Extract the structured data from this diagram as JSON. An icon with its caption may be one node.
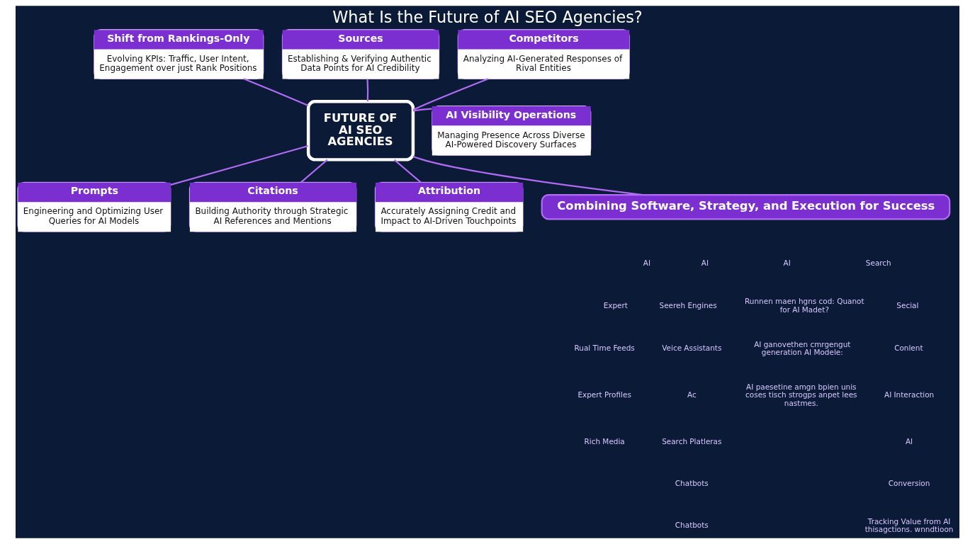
{
  "diagram": {
    "title": "What Is the Future of AI SEO Agencies?",
    "nodes": [
      {
        "text": [
          "Shift from Rankings-Only",
          "Evolving KPIs: Traffic, User Intent, Engagement over just Rank Positions"
        ]
      },
      {
        "text": [
          "Sources",
          "Establishing & Verifying Authentic Data Points for AI Credibility"
        ]
      },
      {
        "text": [
          "Competitors",
          "Analyzing AI-Generated Responses of Rival Entities"
        ]
      },
      {
        "text": [
          "AI Visibility Operations",
          "Managing Presence Across Diverse AI-Powered Discovery Surfaces"
        ]
      },
      {
        "text": [
          "FUTURE OF AI SEO AGENCIES"
        ]
      },
      {
        "text": [
          "Prompts",
          "Engineering and Optimizing User Queries for AI Models"
        ]
      },
      {
        "text": [
          "Citations",
          "Building Authority through Strategic AI References and Mentions"
        ]
      },
      {
        "text": [
          "Attribution",
          "Accurately Assigning Credit and Impact to AI-Driven Touchpoints"
        ]
      },
      {
        "text": [
          "Combining Software, Strategy, and Execution for Success"
        ]
      }
    ],
    "edges": [
      {
        "from": 4,
        "to": 0,
        "arrow": "none"
      },
      {
        "from": 4,
        "to": 1,
        "arrow": "none"
      },
      {
        "from": 4,
        "to": 2,
        "arrow": "none"
      },
      {
        "from": 4,
        "to": 3,
        "arrow": "none"
      },
      {
        "from": 4,
        "to": 5,
        "arrow": "none"
      },
      {
        "from": 4,
        "to": 6,
        "arrow": "none"
      },
      {
        "from": 4,
        "to": 7,
        "arrow": "none"
      },
      {
        "from": 4,
        "to": 8,
        "arrow": "none"
      }
    ],
    "labels": [
      "AI",
      "Expert",
      "Rual Time Feeds",
      "Expert Profiles",
      "Rich Media",
      "AI",
      "Seereh Engines",
      "Veice Assistants",
      "Ac",
      "Search Platleras",
      "Chatbots",
      "Chatbots",
      "AI",
      "Runnen maen hgns cod: Quanot for AI Madet?",
      "AI ganovethen cmrgengut generation AI Modele:",
      "AI paesetine amgn bpien unis coses tisch strogps anpet lees nastmes.",
      "Search",
      "Secial",
      "Conlent",
      "AI Interaction",
      "AI",
      "Conversion",
      "Tracking Value from AI thisagctions. wnndtioon"
    ]
  }
}
